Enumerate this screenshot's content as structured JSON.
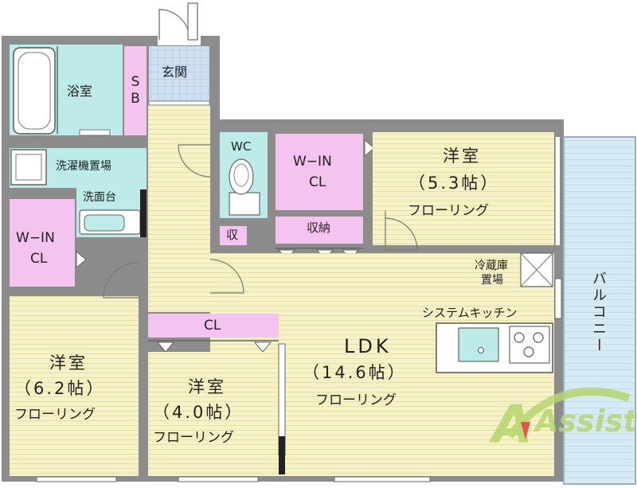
{
  "rooms": {
    "bath": "浴室",
    "sb_top": "S",
    "sb_bottom": "B",
    "entrance": "玄関",
    "wc": "WC",
    "laundry": "洗濯機置場",
    "washstand": "洗面台",
    "win_cl_center_line1": "W−IN",
    "win_cl_center_line2": "CL",
    "win_cl_left_line1": "W−IN",
    "win_cl_left_line2": "CL",
    "storage_small": "収",
    "storage": "収納",
    "western_ne_title": "洋室",
    "western_ne_size": "（5.3帖）",
    "western_ne_floor": "フローリング",
    "fridge_line1": "冷蔵庫",
    "fridge_line2": "置場",
    "kitchen": "システムキッチン",
    "balcony": "バルコニー",
    "cl_center": "CL",
    "ldk_title": "LDK",
    "ldk_size": "（14.6帖）",
    "ldk_floor": "フローリング",
    "western_sw_title": "洋室",
    "western_sw_size": "（6.2帖）",
    "western_sw_floor": "フローリング",
    "western_sc_title": "洋室",
    "western_sc_size": "（4.0帖）",
    "western_sc_floor": "フローリング"
  },
  "colors": {
    "floor": "#f5f1c8",
    "wet_area": "#bdebea",
    "closet": "#f4c3ef",
    "entrance_tile": "#cfe0f3",
    "balcony": "#d6eaf3",
    "wall": "#8c8c8c",
    "watermark": "#b6d66e"
  },
  "watermark": {
    "logo": "Assist"
  }
}
